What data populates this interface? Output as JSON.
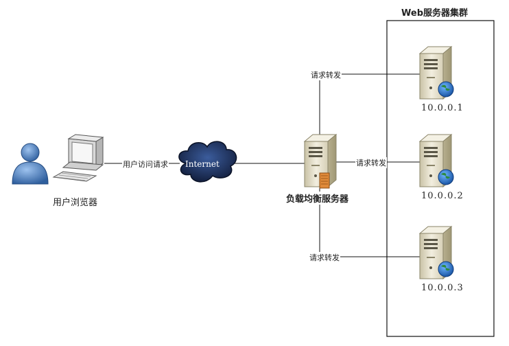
{
  "cluster": {
    "title": "Web服务器集群"
  },
  "client": {
    "label": "用户浏览器"
  },
  "edges": {
    "request": "用户访问请求",
    "forward_top": "请求转发",
    "forward_mid": "请求转发",
    "forward_bottom": "请求转发"
  },
  "internet": {
    "label": "Internet"
  },
  "load_balancer": {
    "label": "负载均衡服务器"
  },
  "servers": [
    {
      "ip": "10.0.0.1"
    },
    {
      "ip": "10.0.0.2"
    },
    {
      "ip": "10.0.0.3"
    }
  ],
  "colors": {
    "user": "#3d6fb0",
    "cloud": "#1c2b52",
    "server_body": "#e9e3cf",
    "globe": "#2d8a3e"
  }
}
